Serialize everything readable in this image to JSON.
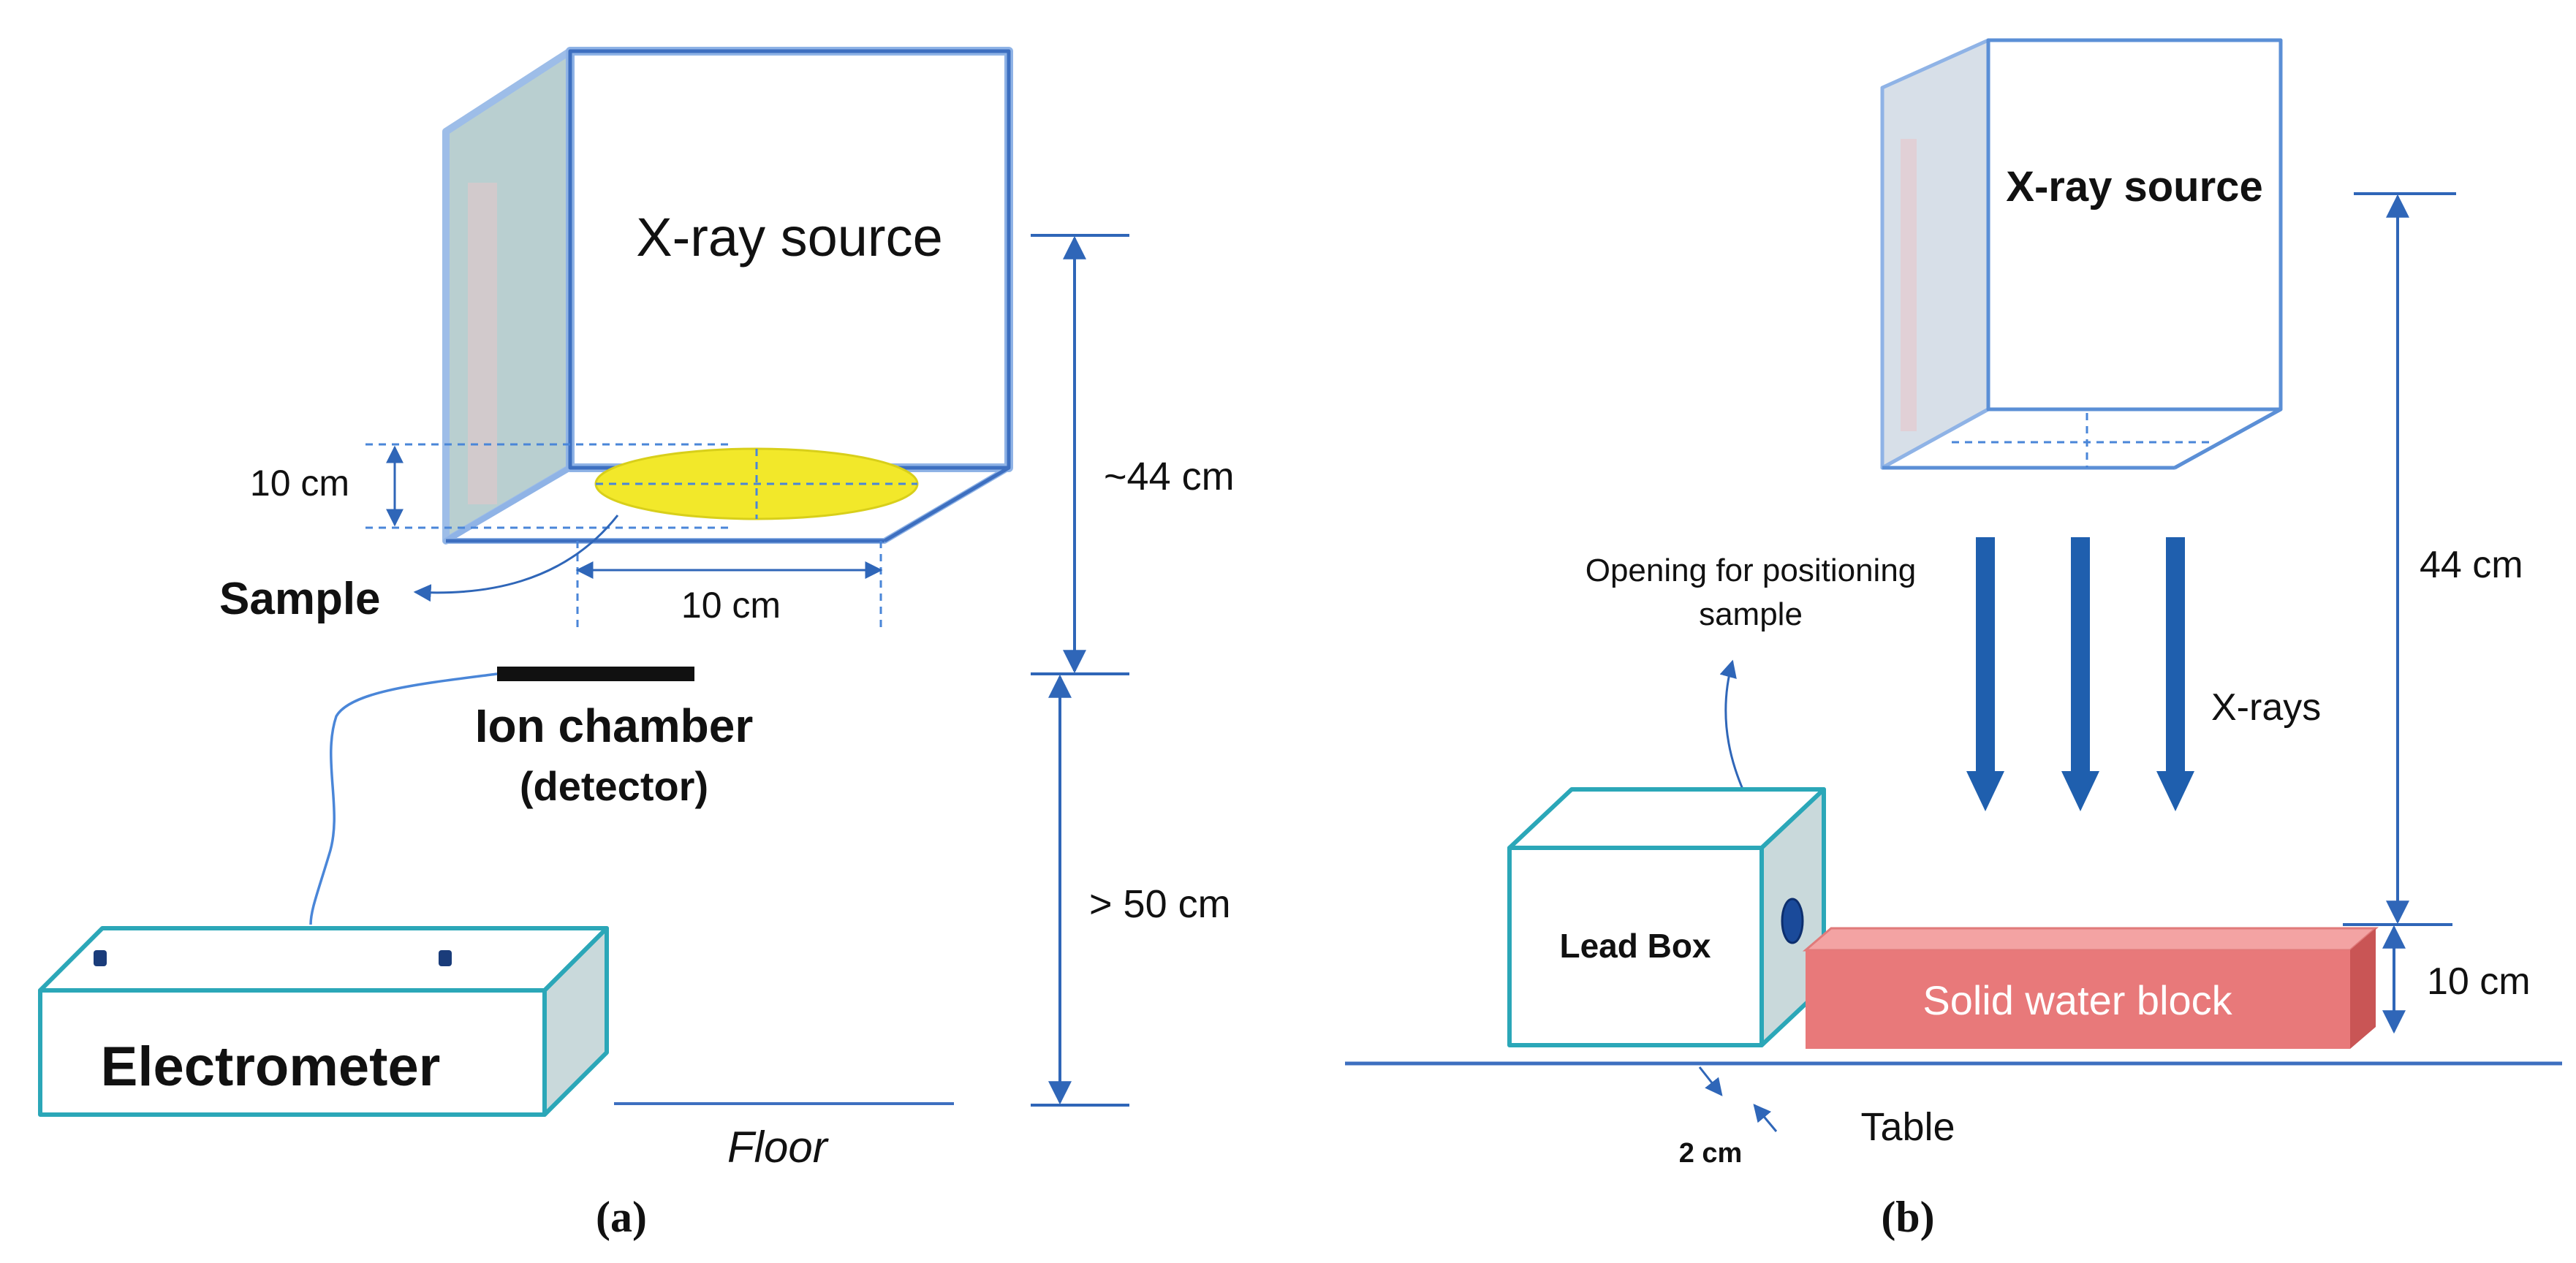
{
  "panel_a": {
    "caption": "(a)",
    "source_label": "X-ray source",
    "sample_label": "Sample",
    "aperture_height_label": "10 cm",
    "aperture_width_label": "10 cm",
    "source_distance_label": "~44 cm",
    "floor_distance_label": "> 50 cm",
    "ion_chamber_label": "Ion chamber",
    "detector_label": "(detector)",
    "electrometer_label": "Electrometer",
    "floor_label": "Floor"
  },
  "panel_b": {
    "caption": "(b)",
    "source_label": "X-ray source",
    "distance_label": "44 cm",
    "block_height_label": "10 cm",
    "opening_label_line1": "Opening for positioning",
    "opening_label_line2": "sample",
    "xrays_label": "X-rays",
    "lead_box_label": "Lead Box",
    "block_label": "Solid water block",
    "gap_label": "2 cm",
    "table_label": "Table"
  },
  "colors": {
    "dimension_lines": "#2f66b8",
    "box_frame": "#8fb3e6",
    "sample_disc": "#f2e82a",
    "box_side_panel": "#b9cfd0",
    "electrometer_edge": "#2ba7b8",
    "xray_arrows": "#1f5fae",
    "solid_water_block": "#e8797a",
    "ion_chamber": "#111111"
  }
}
